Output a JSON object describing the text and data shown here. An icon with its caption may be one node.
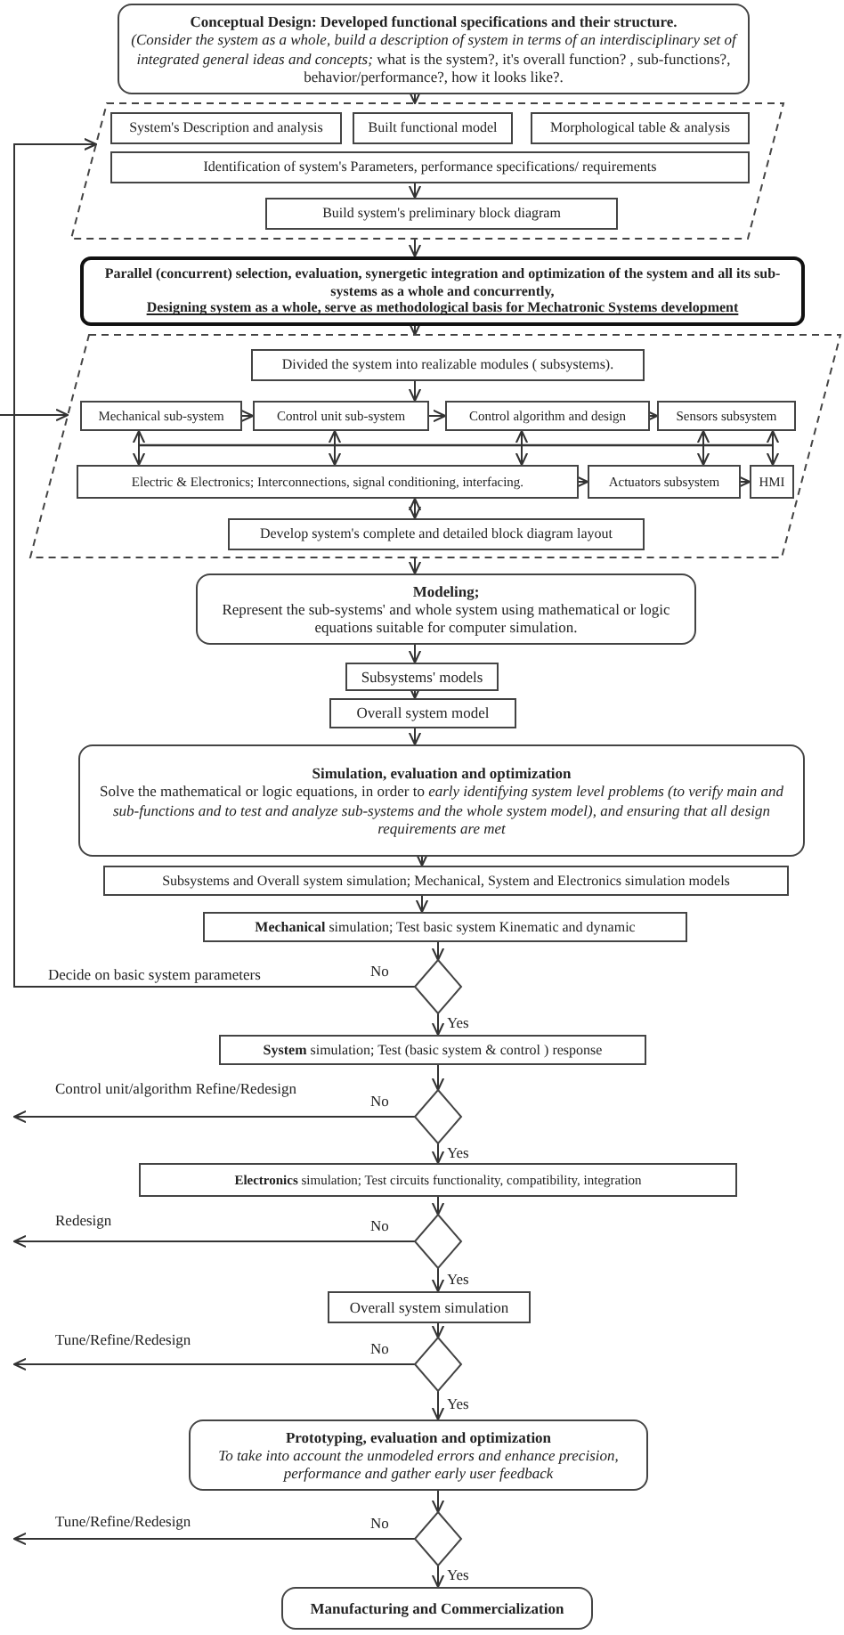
{
  "diagram": {
    "nodes": [
      {
        "text": [
          "Conceptual Design: Developed functional specifications and their structure.",
          "*(Consider the system as a whole, build a description of system in terms of an interdisciplinary set of integrated general ideas and concepts;* what is the system?, it's overall function? , sub-functions?, behavior/performance?, how it looks like?."
        ]
      },
      {
        "text": [],
        "shape": "parallelogram"
      },
      {
        "text": [
          "System's Description and analysis"
        ],
        "in": 1
      },
      {
        "text": [
          "Built functional model"
        ],
        "in": 1
      },
      {
        "text": [
          "Morphological table & analysis"
        ],
        "in": 1
      },
      {
        "text": [
          "Identification of system's Parameters, performance specifications/ requirements"
        ],
        "in": 1
      },
      {
        "text": [
          "Build system's preliminary block diagram"
        ],
        "in": 1
      },
      {
        "text": [
          "Parallel (concurrent) selection, evaluation, synergetic integration and optimization of the system and all its sub-systems as a whole and concurrently,",
          "Designing system as a whole, serve as methodological basis for Mechatronic Systems development"
        ]
      },
      {
        "text": [],
        "shape": "parallelogram"
      },
      {
        "text": [
          "Divided the system into realizable modules ( subsystems)."
        ],
        "in": 8
      },
      {
        "text": [
          "Mechanical sub-system"
        ],
        "in": 8
      },
      {
        "text": [
          "Control unit sub-system"
        ],
        "in": 8
      },
      {
        "text": [
          "Control algorithm and design"
        ],
        "in": 8
      },
      {
        "text": [
          "Sensors subsystem"
        ],
        "in": 8
      },
      {
        "text": [
          "Electric & Electronics; Interconnections, signal conditioning, interfacing."
        ],
        "in": 8
      },
      {
        "text": [
          "Actuators subsystem"
        ],
        "in": 8
      },
      {
        "text": [
          "HMI"
        ],
        "in": 8
      },
      {
        "text": [
          "Develop system's complete and detailed block diagram layout"
        ],
        "in": 8
      },
      {
        "text": [
          "Modeling;",
          "Represent the sub-systems' and whole system using mathematical or logic equations suitable for computer simulation."
        ]
      },
      {
        "text": [
          "Subsystems' models"
        ]
      },
      {
        "text": [
          "Overall system model"
        ]
      },
      {
        "text": [
          "Simulation, evaluation and optimization",
          "Solve the mathematical or logic equations, in order to *early identifying system level problems (to verify main and sub-functions and to test and analyze sub-systems and the whole system model), and ensuring that all design requirements are met*"
        ]
      },
      {
        "text": [
          "Subsystems and Overall system simulation; Mechanical, System and Electronics simulation models"
        ]
      },
      {
        "text": [
          "**Mechanical** simulation; Test basic system Kinematic and dynamic"
        ]
      },
      {
        "text": [],
        "shape": "diamond"
      },
      {
        "text": [
          "**System** simulation; Test (basic system & control ) response"
        ]
      },
      {
        "text": [],
        "shape": "diamond"
      },
      {
        "text": [
          "**Electronics** simulation; Test circuits functionality, compatibility, integration"
        ]
      },
      {
        "text": [],
        "shape": "diamond"
      },
      {
        "text": [
          "Overall system simulation"
        ]
      },
      {
        "text": [],
        "shape": "diamond"
      },
      {
        "text": [
          "Prototyping, evaluation and optimization",
          "To take into account the unmodeled errors and enhance precision, performance and gather early user feedback"
        ]
      },
      {
        "text": [],
        "shape": "diamond"
      },
      {
        "text": [
          "Manufacturing and Commercialization"
        ]
      }
    ],
    "edges": [
      {
        "from": 0,
        "to": 1,
        "arrow": "to"
      },
      {
        "from": 5,
        "to": 6,
        "arrow": "to"
      },
      {
        "from": 1,
        "to": 7,
        "arrow": "to"
      },
      {
        "from": 7,
        "to": 8,
        "arrow": "to"
      },
      {
        "from": 9,
        "to": 11,
        "arrow": "to"
      },
      {
        "from": 10,
        "to": 11,
        "arrow": "to"
      },
      {
        "from": 11,
        "to": 12,
        "arrow": "to"
      },
      {
        "from": 12,
        "to": 13,
        "arrow": "to"
      },
      {
        "from": 10,
        "to": 14,
        "arrow": "both"
      },
      {
        "from": 11,
        "to": 14,
        "arrow": "both"
      },
      {
        "from": 12,
        "to": 14,
        "arrow": "both"
      },
      {
        "from": 13,
        "to": 15,
        "arrow": "both"
      },
      {
        "from": 13,
        "to": 16,
        "arrow": "both"
      },
      {
        "from": 14,
        "to": 15,
        "arrow": "to"
      },
      {
        "from": 15,
        "to": 16,
        "arrow": "to"
      },
      {
        "from": 14,
        "to": 17,
        "arrow": "both"
      },
      {
        "from": 8,
        "to": 18,
        "arrow": "to"
      },
      {
        "from": 18,
        "to": 19,
        "arrow": "to"
      },
      {
        "from": 19,
        "to": 20,
        "arrow": "to"
      },
      {
        "from": 20,
        "to": 21,
        "arrow": "to"
      },
      {
        "from": 21,
        "to": 22,
        "arrow": "to"
      },
      {
        "from": 22,
        "to": 23,
        "arrow": "to"
      },
      {
        "from": 23,
        "to": 24,
        "arrow": "to"
      },
      {
        "from": 24,
        "to": 25,
        "arrow": "to",
        "label": "Yes"
      },
      {
        "from": 24,
        "to": 1,
        "arrow": "to",
        "label": "No"
      },
      {
        "from": 25,
        "to": 26,
        "arrow": "to"
      },
      {
        "from": 26,
        "to": 27,
        "arrow": "to",
        "label": "Yes"
      },
      {
        "from": 26,
        "to": null,
        "arrow": "to",
        "label": "No"
      },
      {
        "from": 27,
        "to": 28,
        "arrow": "to"
      },
      {
        "from": 28,
        "to": 29,
        "arrow": "to",
        "label": "Yes"
      },
      {
        "from": 28,
        "to": null,
        "arrow": "to",
        "label": "No"
      },
      {
        "from": 29,
        "to": 30,
        "arrow": "to"
      },
      {
        "from": 30,
        "to": 31,
        "arrow": "to",
        "label": "Yes"
      },
      {
        "from": 30,
        "to": null,
        "arrow": "to",
        "label": "No"
      },
      {
        "from": 31,
        "to": 32,
        "arrow": "to"
      },
      {
        "from": 32,
        "to": 33,
        "arrow": "to",
        "label": "Yes"
      },
      {
        "from": 32,
        "to": null,
        "arrow": "to",
        "label": "No"
      },
      {
        "from": null,
        "to": 8,
        "arrow": "to"
      }
    ],
    "labels": [
      "Decide on basic system parameters",
      "Control unit/algorithm Refine/Redesign",
      "Redesign",
      "Tune/Refine/Redesign",
      "Tune/Refine/Redesign"
    ]
  }
}
